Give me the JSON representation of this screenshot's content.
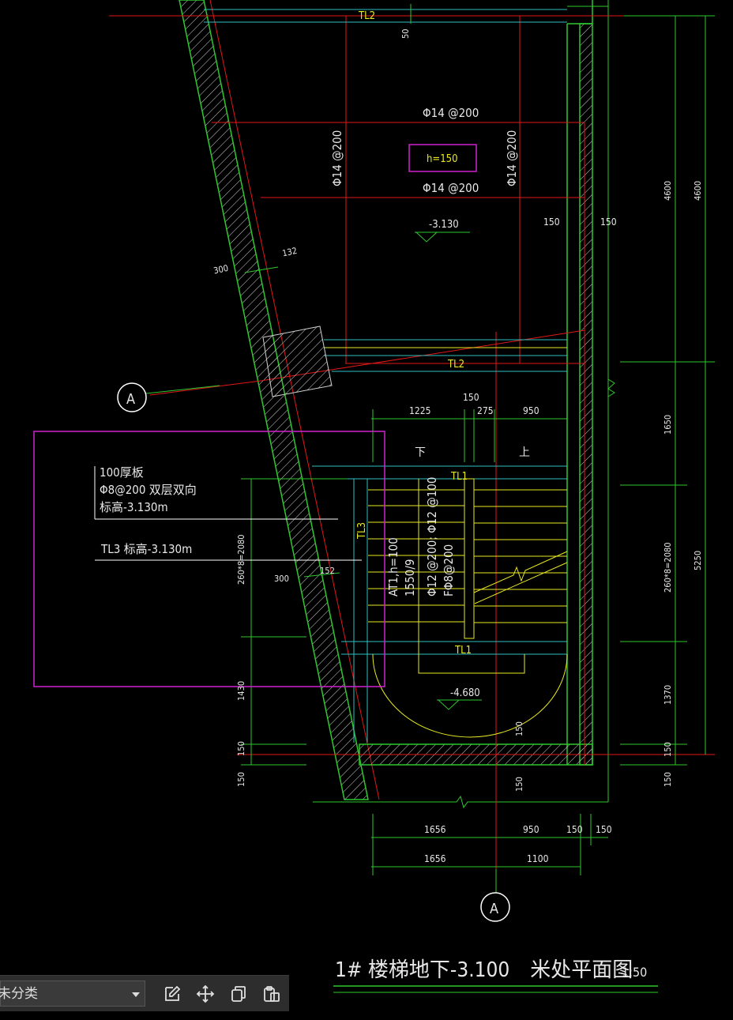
{
  "drawing": {
    "title": "1# 楼梯地下-3.100　米处平面图",
    "scale": "1:50",
    "axis_label": "A",
    "labels": {
      "tl2_top": "TL2",
      "tl2_mid": "TL2",
      "tl1_top": "TL1",
      "tl1_bottom": "TL1",
      "tl3": "TL3",
      "slab_h": "h=150",
      "rebar_top": "Φ14 @200",
      "rebar_mid": "Φ14 @200",
      "rebar_left": "Φ14 @200",
      "rebar_right": "Φ14 @200",
      "elev_upper": "-3.130",
      "elev_lower": "-4.680",
      "down": "下",
      "up": "上",
      "note_slab": "100厚板",
      "note_rebar": "Φ8@200 双层双向",
      "note_elev": "标高-3.130m",
      "note_tl3": "TL3 标高-3.130m",
      "stair_at": "AT1,h=100",
      "stair_span": "1550/9",
      "stair_rebar1": "Φ12 @200; Φ12 @100",
      "stair_rebar2": "FΦ8@200"
    },
    "dims": {
      "d50": "50",
      "d300a": "300",
      "d132": "132",
      "d150a": "150",
      "d150b": "150",
      "d1225": "1225",
      "d150c": "150",
      "d275": "275",
      "d950a": "950",
      "d2080l": "260*8=2080",
      "d300b": "300",
      "d152": "152",
      "d1430": "1430",
      "d150l1": "150",
      "d150l2": "150",
      "d4600a": "4600",
      "d4600b": "4600",
      "d1650": "1650",
      "d2080r": "260*8=2080",
      "d5250": "5250",
      "d1370": "1370",
      "d150r1": "150",
      "d150r2": "150",
      "d150m1": "150",
      "d150m2": "150",
      "b1656a": "1656",
      "b950": "950",
      "b150a": "150",
      "b150b": "150",
      "b1656b": "1656",
      "b1100": "1100"
    }
  },
  "toolbar": {
    "category": "未分类"
  }
}
